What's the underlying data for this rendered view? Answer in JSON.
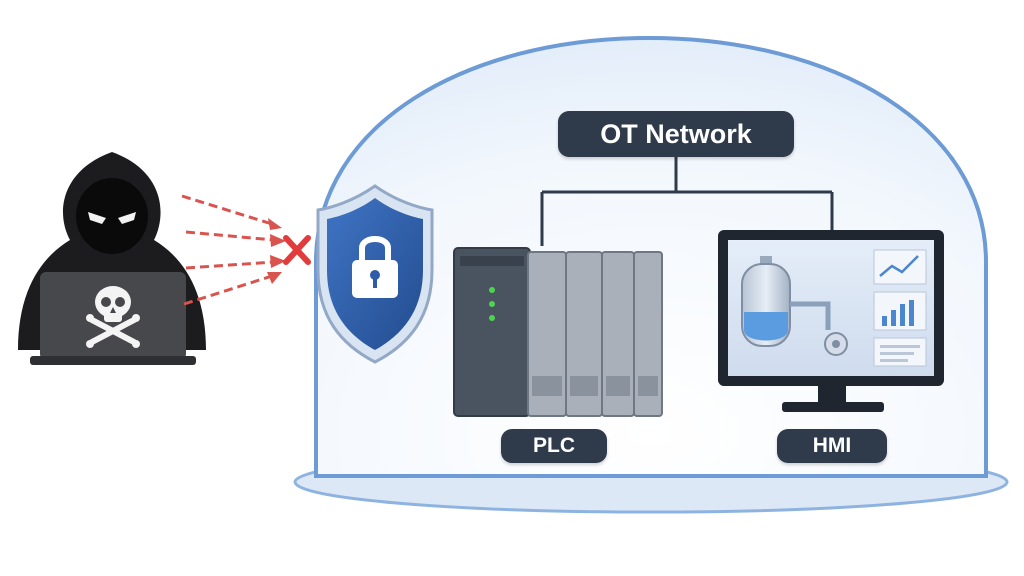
{
  "labels": {
    "network": "OT Network",
    "plc": "PLC",
    "hmi": "HMI"
  },
  "icons": {
    "attacker": "hooded-hacker-icon",
    "laptop": "laptop-icon",
    "skull": "skull-crossbones-icon",
    "blocked": "red-x-icon",
    "shield": "shield-lock-icon",
    "plc": "plc-rack-icon",
    "hmi": "monitor-icon",
    "tank": "tank-icon",
    "pump": "pump-icon",
    "trend": "line-chart-icon",
    "bars": "bar-chart-icon"
  },
  "colors": {
    "dome_stroke": "#6c9bd6",
    "dome_fill": "#eef4fc",
    "label_bg": "#2f3a4b",
    "attack_arrows": "#d9534f",
    "blocked_x": "#e23b3b",
    "shield": "#2d5ca8",
    "hacker": "#1c1c1e",
    "status_led": "#4fd44f"
  }
}
